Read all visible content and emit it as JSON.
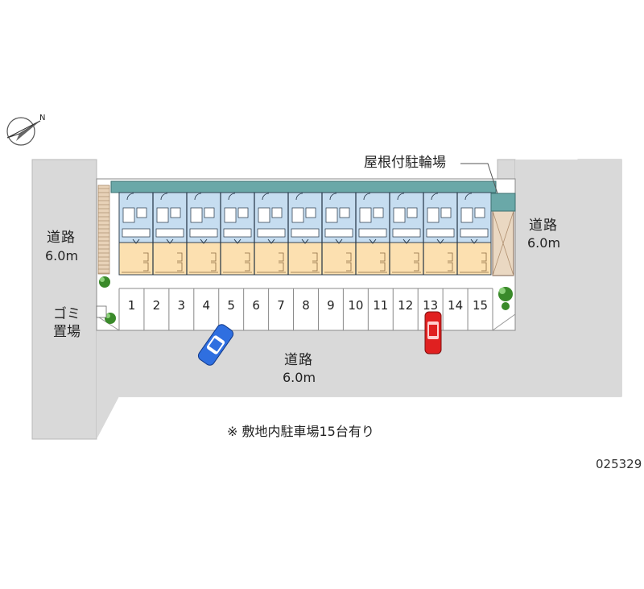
{
  "map": {
    "colors": {
      "road": "#d9d9d9",
      "road_edge": "#b0b0b0",
      "parking_surface": "#ffffff",
      "building_corridor": "#c6ddf0",
      "building_rooms": "#fce0b0",
      "building_roof": "#6aa8a8",
      "roofed_bike_parking": "#ead8c2",
      "tree_green": "#3a8a2a",
      "car_blue": "#2f6fe0",
      "car_red": "#e02020"
    },
    "compass": {
      "north_label": "N",
      "icon": "compass-icon"
    },
    "roads": {
      "west": {
        "name": "道路",
        "width": "6.0m"
      },
      "east": {
        "name": "道路",
        "width": "6.0m"
      },
      "south": {
        "name": "道路",
        "width": "6.0m"
      }
    },
    "building": {
      "unit_count": 11
    },
    "bicycle_parking_label": "屋根付駐輪場",
    "garbage_area_label": {
      "line1": "ゴミ",
      "line2": "置場"
    },
    "parking_spaces": [
      "1",
      "2",
      "3",
      "4",
      "5",
      "6",
      "7",
      "8",
      "9",
      "10",
      "11",
      "12",
      "13",
      "14",
      "15"
    ],
    "cars": [
      {
        "color": "blue",
        "space": "4"
      },
      {
        "color": "red",
        "space": "13"
      }
    ],
    "note": "※ 敷地内駐車場15台有り",
    "property_code": "025329"
  }
}
